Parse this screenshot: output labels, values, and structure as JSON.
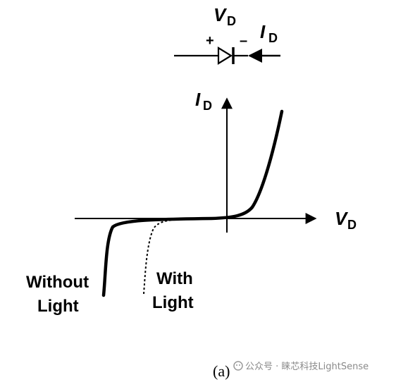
{
  "symbol": {
    "voltage_label": "V",
    "voltage_sub": "D",
    "current_label": "I",
    "current_sub": "D",
    "plus": "+",
    "minus": "–"
  },
  "graph": {
    "y_label": "I",
    "y_sub": "D",
    "x_label": "V",
    "x_sub": "D",
    "curve_without_line1": "Without",
    "curve_without_line2": "Light",
    "curve_with_line1": "With",
    "curve_with_line2": "Light"
  },
  "caption": "(a)",
  "watermark": "公众号 · 睐芯科技LightSense"
}
